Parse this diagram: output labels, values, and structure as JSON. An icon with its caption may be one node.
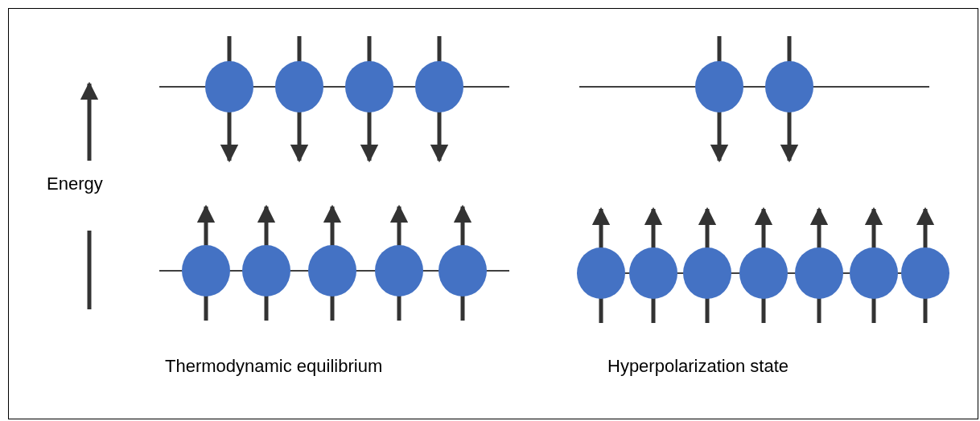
{
  "diagram": {
    "labels": [
      "Energy",
      "Thermodynamic equilibrium",
      "Hyperpolarization state"
    ]
  }
}
